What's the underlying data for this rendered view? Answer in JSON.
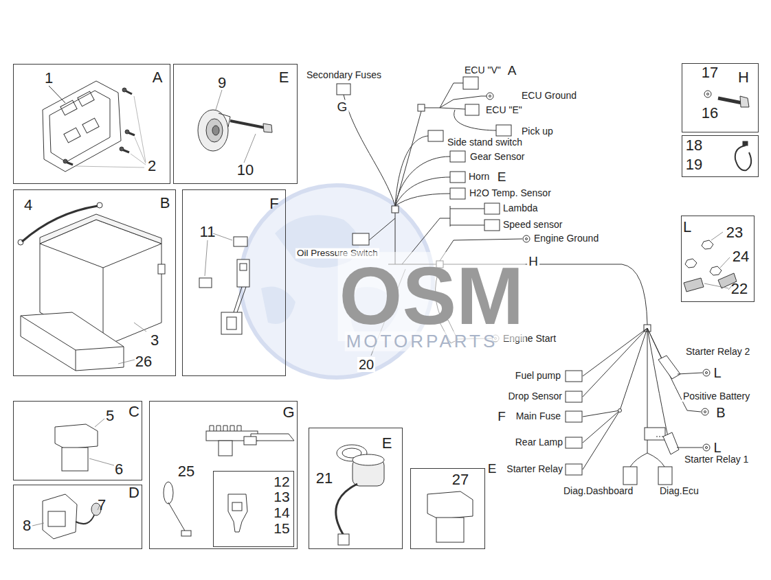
{
  "diagram": {
    "nodes": [
      {
        "text": [
          "1",
          "A",
          "2"
        ]
      },
      {
        "text": [
          "9",
          "E",
          "10"
        ]
      },
      {
        "text": [
          "4",
          "B",
          "3",
          "26"
        ]
      },
      {
        "text": [
          "11",
          "F"
        ]
      },
      {
        "text": [
          "C",
          "5",
          "6"
        ]
      },
      {
        "text": [
          "D",
          "7",
          "8"
        ]
      },
      {
        "text": [
          "G",
          "25"
        ]
      },
      {
        "text": [
          "12",
          "13",
          "14",
          "15"
        ],
        "in": 6
      },
      {
        "text": [
          "E",
          "21"
        ]
      },
      {
        "text": [
          "27"
        ]
      },
      {
        "text": [
          "17",
          "H",
          "16"
        ]
      },
      {
        "text": [
          "18",
          "19"
        ]
      },
      {
        "text": [
          "L",
          "23",
          "24",
          "22"
        ]
      }
    ],
    "labels": [
      "Secondary Fuses",
      "G",
      "ECU \"V\"",
      "A",
      "ECU Ground",
      "ECU \"E\"",
      "Pick up",
      "Side stand switch",
      "Gear Sensor",
      "Horn",
      "E",
      "H2O Temp. Sensor",
      "Lambda",
      "Speed sensor",
      "Engine Ground",
      "H",
      "Oil Pressure Switch",
      "20",
      "Engine Start",
      "Starter Relay 2",
      "L",
      "Positive Battery",
      "B",
      "Fuel pump",
      "Drop Sensor",
      "F",
      "Main Fuse",
      "Rear Lamp",
      "E",
      "Starter Relay",
      "Starter Relay 1",
      "L",
      "Diag.Dashboard",
      "Diag.Ecu",
      "OSM",
      "MOTORPARTS"
    ]
  }
}
